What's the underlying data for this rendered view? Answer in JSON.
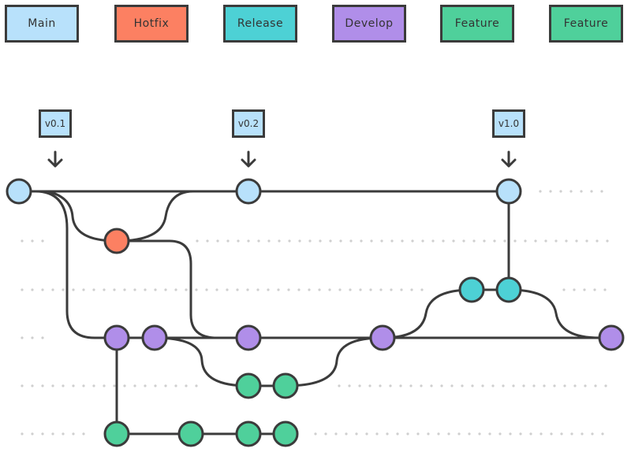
{
  "legend": [
    {
      "label": "Main",
      "color": "#b8e1fb"
    },
    {
      "label": "Hotfix",
      "color": "#fc8062"
    },
    {
      "label": "Release",
      "color": "#4dd1d5"
    },
    {
      "label": "Develop",
      "color": "#b08ee9"
    },
    {
      "label": "Feature",
      "color": "#4fd09b"
    },
    {
      "label": "Feature",
      "color": "#4fd09b"
    }
  ],
  "tags": [
    {
      "label": "v0.1"
    },
    {
      "label": "v0.2"
    },
    {
      "label": "v1.0"
    }
  ],
  "colors": {
    "main": "#b8e1fb",
    "hotfix": "#fc8062",
    "release": "#4dd1d5",
    "develop": "#b08ee9",
    "feature": "#4fd09b",
    "stroke": "#3b3b3b",
    "dots": "#cfcfcf"
  }
}
